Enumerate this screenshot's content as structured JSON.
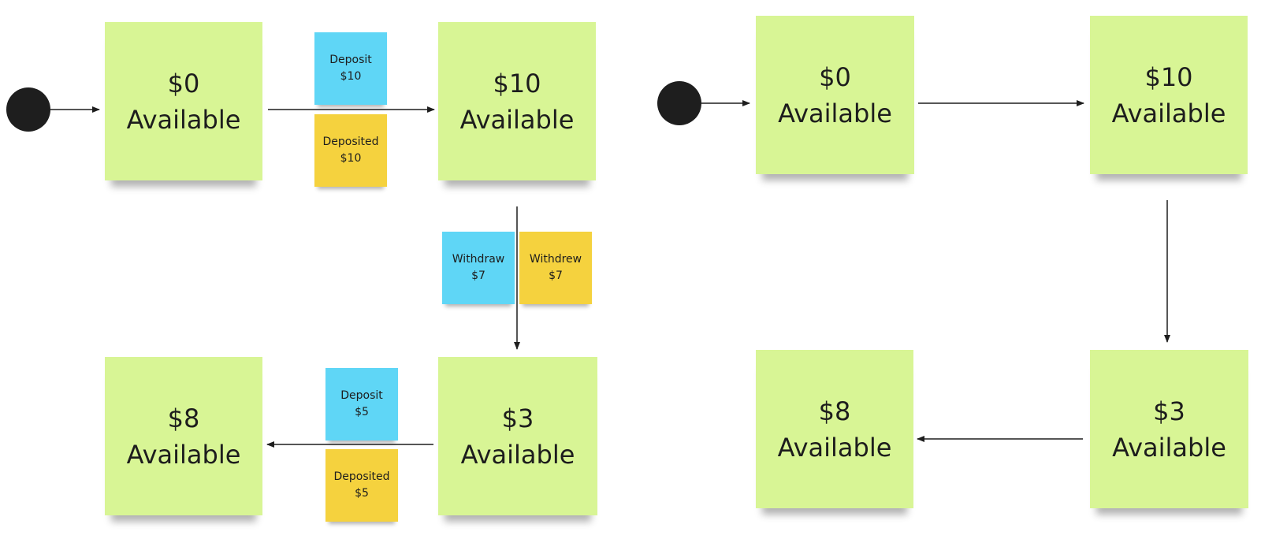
{
  "colors": {
    "state_note": "#d8f595",
    "command_note": "#5fd6f6",
    "event_note": "#f5d23e",
    "start_node": "#1e1e1e",
    "connector": "#1e1e1e"
  },
  "left_diagram": {
    "states": [
      {
        "amount": "$0",
        "label": "Available"
      },
      {
        "amount": "$10",
        "label": "Available"
      },
      {
        "amount": "$3",
        "label": "Available"
      },
      {
        "amount": "$8",
        "label": "Available"
      }
    ],
    "commands": [
      {
        "line1": "Deposit",
        "line2": "$10"
      },
      {
        "line1": "Withdraw",
        "line2": "$7"
      },
      {
        "line1": "Deposit",
        "line2": "$5"
      }
    ],
    "events": [
      {
        "line1": "Deposited",
        "line2": "$10"
      },
      {
        "line1": "Withdrew",
        "line2": "$7"
      },
      {
        "line1": "Deposited",
        "line2": "$5"
      }
    ]
  },
  "right_diagram": {
    "states": [
      {
        "amount": "$0",
        "label": "Available"
      },
      {
        "amount": "$10",
        "label": "Available"
      },
      {
        "amount": "$3",
        "label": "Available"
      },
      {
        "amount": "$8",
        "label": "Available"
      }
    ]
  }
}
